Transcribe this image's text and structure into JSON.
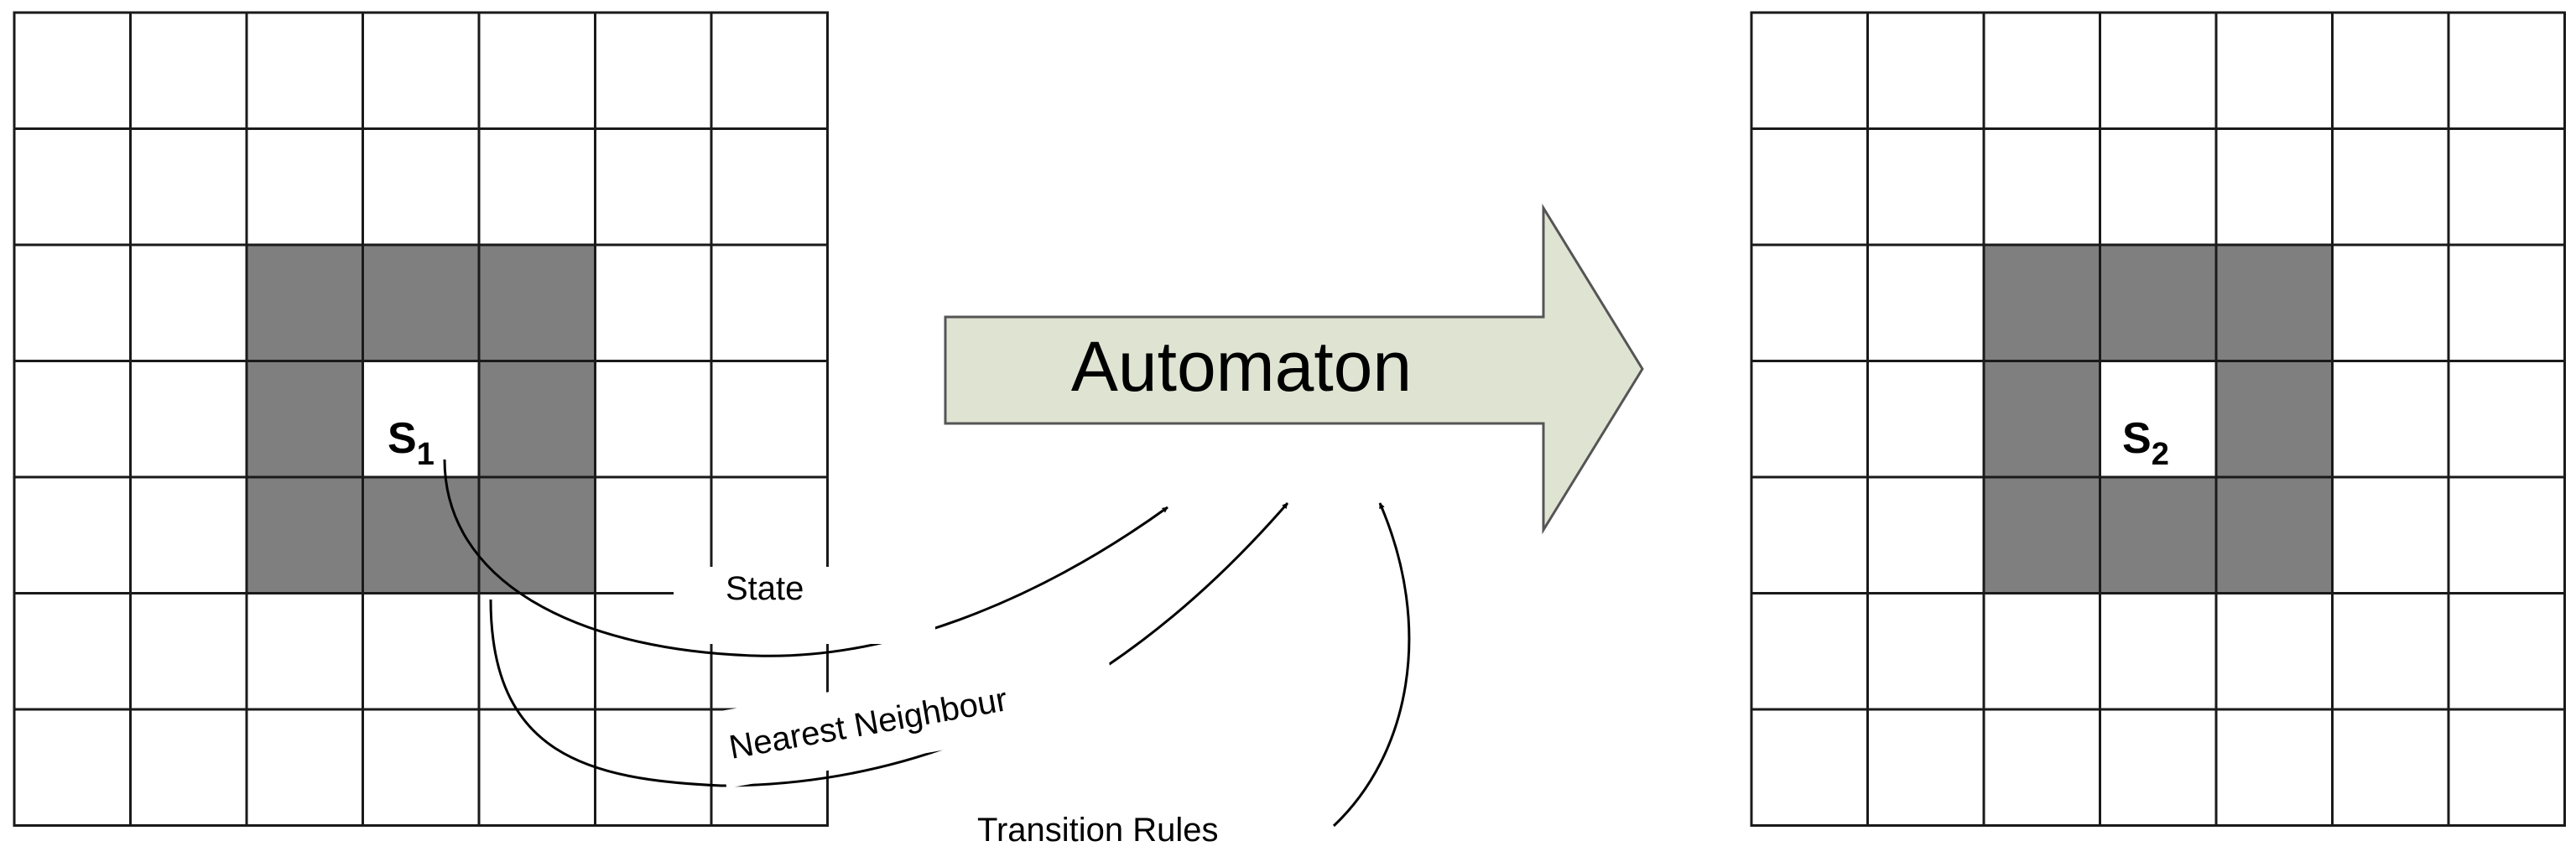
{
  "left_grid": {
    "rows": 7,
    "cols": 7,
    "shaded_cells": [
      [
        2,
        2
      ],
      [
        2,
        3
      ],
      [
        2,
        4
      ],
      [
        3,
        2
      ],
      [
        3,
        4
      ],
      [
        4,
        2
      ],
      [
        4,
        3
      ],
      [
        4,
        4
      ]
    ],
    "center_label": {
      "letter": "S",
      "subscript": "1"
    }
  },
  "right_grid": {
    "rows": 7,
    "cols": 7,
    "shaded_cells": [
      [
        2,
        2
      ],
      [
        2,
        3
      ],
      [
        2,
        4
      ],
      [
        3,
        2
      ],
      [
        3,
        4
      ],
      [
        4,
        2
      ],
      [
        4,
        3
      ],
      [
        4,
        4
      ]
    ],
    "center_label": {
      "letter": "S",
      "subscript": "2"
    }
  },
  "arrow": {
    "label": "Automaton",
    "fill_color": "#dfe3d2"
  },
  "inputs": {
    "state": "State",
    "nearest_neighbour": "Nearest Neighbour",
    "transition_rules": "Transition Rules"
  },
  "colors": {
    "shaded": "#7f7f7f",
    "grid_line": "#1a1a1a"
  }
}
